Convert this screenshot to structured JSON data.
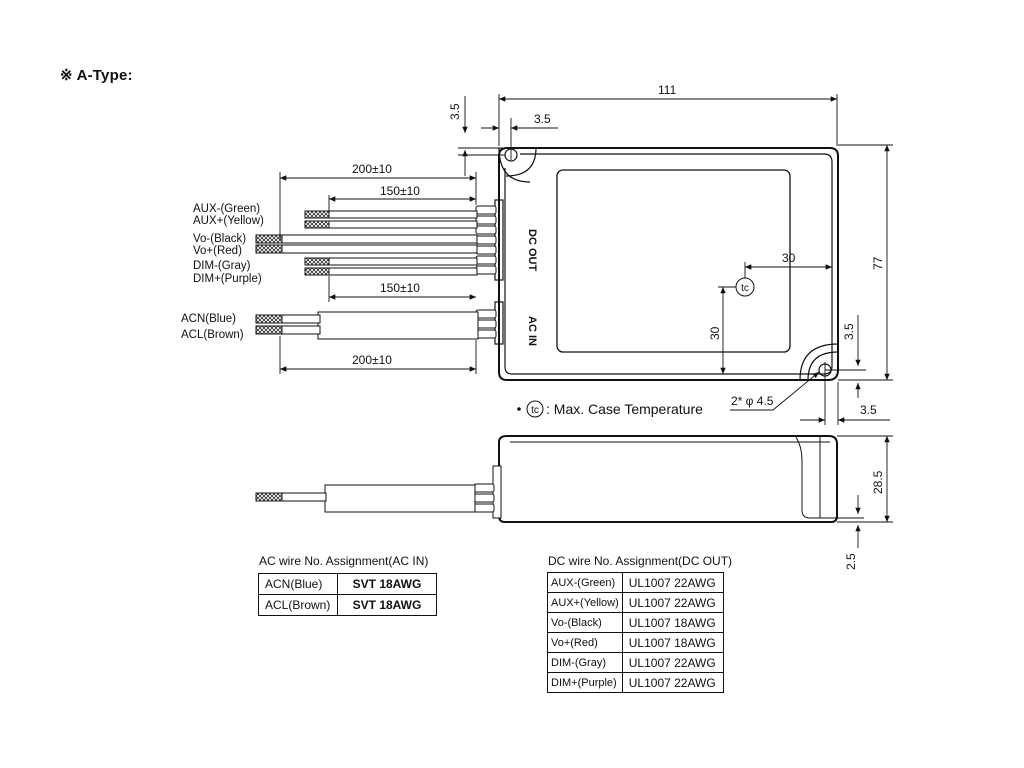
{
  "title": "※ A-Type:",
  "dimensions": {
    "overall_length": "111",
    "overall_width": "77",
    "hole_offset_top": "3.5",
    "hole_offset_top_h": "3.5",
    "hole_offset_side": "3.5",
    "hole_offset_bottom": "3.5",
    "tc_x": "30",
    "tc_y": "30",
    "hole_spec": "2* φ 4.5",
    "height": "28.5",
    "foot": "2.5",
    "dc_long_leads": "200±10",
    "dc_short_leads_top": "150±10",
    "dc_short_leads_bottom": "150±10",
    "ac_leads": "200±10"
  },
  "ports": {
    "dc_out": "DC OUT",
    "ac_in": "AC IN"
  },
  "wire_labels": {
    "aux_minus": "AUX-(Green)",
    "aux_plus": "AUX+(Yellow)",
    "vo_minus": "Vo-(Black)",
    "vo_plus": "Vo+(Red)",
    "dim_minus": "DIM-(Gray)",
    "dim_plus": "DIM+(Purple)",
    "acn": "ACN(Blue)",
    "acl": "ACL(Brown)"
  },
  "tc_symbol": "tc",
  "tc_note": ": Max. Case Temperature",
  "ac_table": {
    "caption": "AC wire No. Assignment(AC IN)",
    "rows": [
      {
        "wire": "ACN(Blue)",
        "spec": "SVT 18AWG"
      },
      {
        "wire": "ACL(Brown)",
        "spec": "SVT 18AWG"
      }
    ]
  },
  "dc_table": {
    "caption": "DC wire No. Assignment(DC OUT)",
    "rows": [
      {
        "wire": "AUX-(Green)",
        "spec": "UL1007 22AWG"
      },
      {
        "wire": "AUX+(Yellow)",
        "spec": "UL1007 22AWG"
      },
      {
        "wire": "Vo-(Black)",
        "spec": "UL1007 18AWG"
      },
      {
        "wire": "Vo+(Red)",
        "spec": "UL1007 18AWG"
      },
      {
        "wire": "DIM-(Gray)",
        "spec": "UL1007 22AWG"
      },
      {
        "wire": "DIM+(Purple)",
        "spec": "UL1007 22AWG"
      }
    ]
  }
}
